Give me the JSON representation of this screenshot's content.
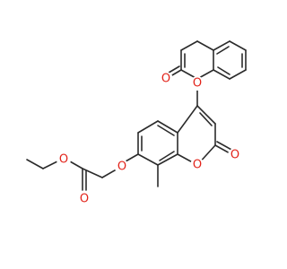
{
  "molecule": {
    "atom_labels": {
      "o_ring_top": "O",
      "o_carbonyl_top": "O",
      "o_ether": "O",
      "o_ester_single": "O",
      "o_ester_carbonyl": "O",
      "o_ring_bottom": "O",
      "o_carbonyl_bottom": "O"
    },
    "colors": {
      "bond": "#2b2b2b",
      "oxygen": "#e2231a",
      "background": "#ffffff"
    }
  }
}
